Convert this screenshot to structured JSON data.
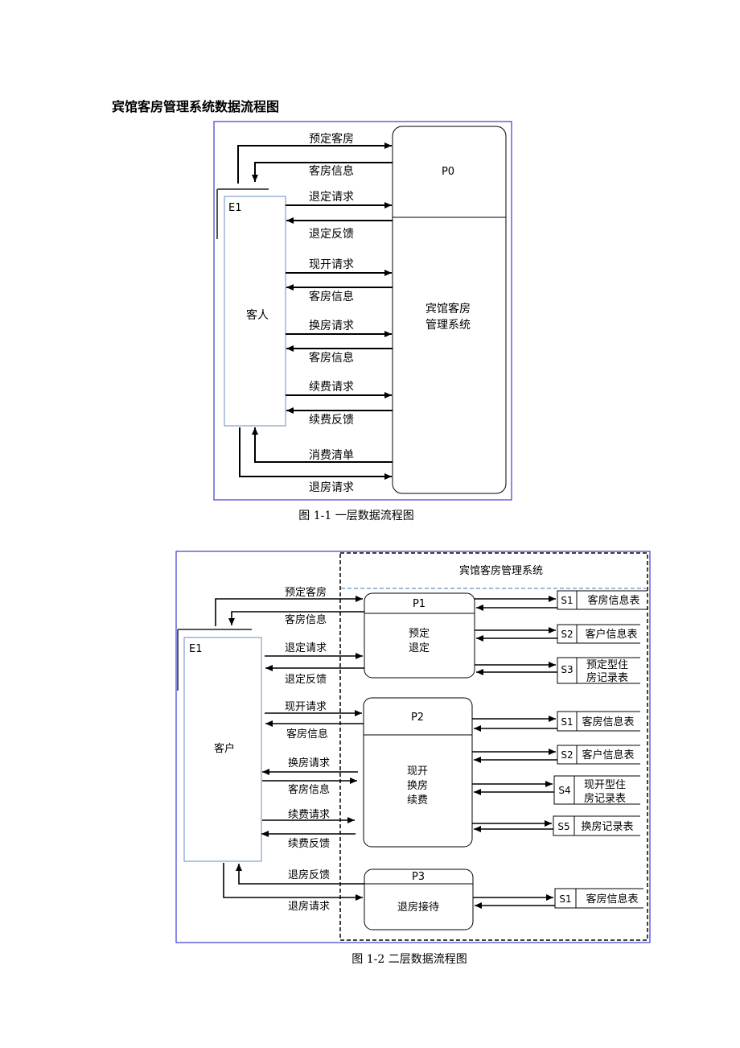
{
  "page_title": "宾馆客房管理系统数据流程图",
  "diagram1": {
    "caption": "图 1-1  一层数据流程图",
    "entity": {
      "id": "E1",
      "name": "客人"
    },
    "process": {
      "id": "P0",
      "name_line1": "宾馆客房",
      "name_line2": "管理系统"
    },
    "flows": [
      "预定客房",
      "客房信息",
      "退定请求",
      "退定反馈",
      "现开请求",
      "客房信息",
      "换房请求",
      "客房信息",
      "续费请求",
      "续费反馈",
      "消费清单",
      "退房请求"
    ]
  },
  "diagram2": {
    "caption": "图 1-2    二层数据流程图",
    "system_label": "宾馆客房管理系统",
    "entity": {
      "id": "E1",
      "name": "客户"
    },
    "processes": [
      {
        "id": "P1",
        "lines": [
          "预定",
          "退定"
        ]
      },
      {
        "id": "P2",
        "lines": [
          "现开",
          "换房",
          "续费"
        ]
      },
      {
        "id": "P3",
        "lines": [
          "退房接待"
        ]
      }
    ],
    "stores": [
      {
        "id": "S1",
        "lines": [
          "客房信息表"
        ]
      },
      {
        "id": "S2",
        "lines": [
          "客户信息表"
        ]
      },
      {
        "id": "S3",
        "lines": [
          "预定型住",
          "房记录表"
        ]
      },
      {
        "id": "S1",
        "lines": [
          "客房信息表"
        ]
      },
      {
        "id": "S2",
        "lines": [
          "客户信息表"
        ]
      },
      {
        "id": "S4",
        "lines": [
          "现开型住",
          "房记录表"
        ]
      },
      {
        "id": "S5",
        "lines": [
          "换房记录表"
        ]
      },
      {
        "id": "S1",
        "lines": [
          "客房信息表"
        ]
      }
    ],
    "flows": [
      "预定客房",
      "客房信息",
      "退定请求",
      "退定反馈",
      "现开请求",
      "客房信息",
      "换房请求",
      "客房信息",
      "续费请求",
      "续费反馈",
      "退房反馈",
      "退房请求"
    ]
  }
}
